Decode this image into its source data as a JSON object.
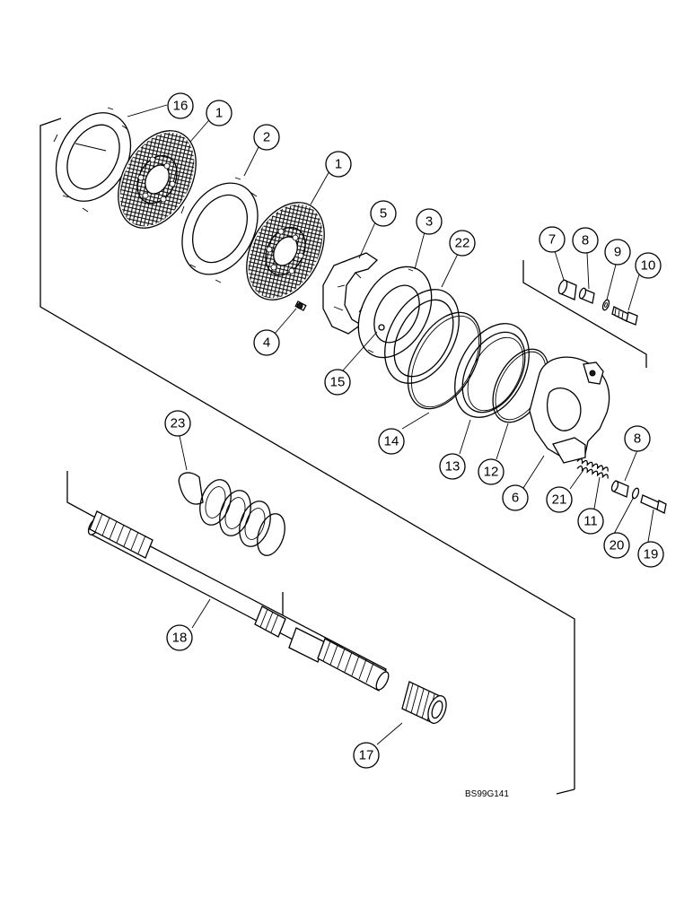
{
  "drawing_id": "BS99G141",
  "callouts": [
    {
      "label": "16",
      "part": "separator-plate"
    },
    {
      "label": "1",
      "part": "friction-disc-left"
    },
    {
      "label": "2",
      "part": "separator-plate"
    },
    {
      "label": "1",
      "part": "friction-disc-right"
    },
    {
      "label": "5",
      "part": "actuating-plate"
    },
    {
      "label": "3",
      "part": "pressure-plate"
    },
    {
      "label": "22",
      "part": "seal-ring"
    },
    {
      "label": "4",
      "part": "small-pin"
    },
    {
      "label": "15",
      "part": "dowel-pin"
    },
    {
      "label": "14",
      "part": "o-ring"
    },
    {
      "label": "13",
      "part": "piston"
    },
    {
      "label": "12",
      "part": "o-ring"
    },
    {
      "label": "6",
      "part": "housing"
    },
    {
      "label": "7",
      "part": "bushing"
    },
    {
      "label": "8",
      "part": "spacer-top"
    },
    {
      "label": "9",
      "part": "washer-top"
    },
    {
      "label": "10",
      "part": "bolt-top"
    },
    {
      "label": "8",
      "part": "spacer-bottom"
    },
    {
      "label": "21",
      "part": "spring-small"
    },
    {
      "label": "11",
      "part": "spring-pin"
    },
    {
      "label": "20",
      "part": "washer-bottom"
    },
    {
      "label": "19",
      "part": "bolt-bottom"
    },
    {
      "label": "23",
      "part": "coil-spring"
    },
    {
      "label": "18",
      "part": "shaft"
    },
    {
      "label": "17",
      "part": "coupler"
    }
  ]
}
